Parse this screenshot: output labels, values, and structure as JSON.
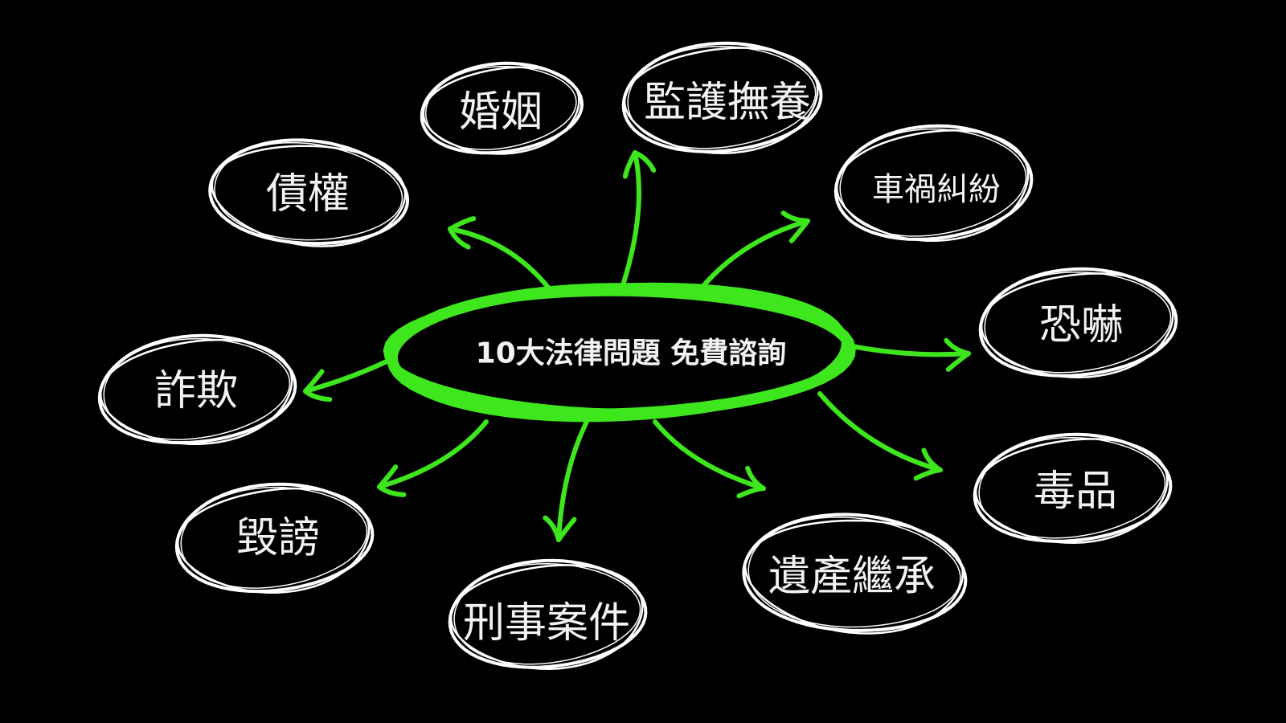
{
  "colors": {
    "background": "#000000",
    "accent": "#3ee61e",
    "ring": "#ffffff",
    "text": "#f2f2f2"
  },
  "center": {
    "label": "10大法律問題 免費諮詢"
  },
  "topics": [
    {
      "id": "marriage",
      "label": "婚姻"
    },
    {
      "id": "custody",
      "label": "監護撫養"
    },
    {
      "id": "debt",
      "label": "債權"
    },
    {
      "id": "traffic",
      "label": "車禍糾紛"
    },
    {
      "id": "threat",
      "label": "恐嚇"
    },
    {
      "id": "fraud",
      "label": "詐欺"
    },
    {
      "id": "drugs",
      "label": "毒品"
    },
    {
      "id": "defamation",
      "label": "毀謗"
    },
    {
      "id": "inheritance",
      "label": "遺產繼承"
    },
    {
      "id": "criminal",
      "label": "刑事案件"
    }
  ]
}
